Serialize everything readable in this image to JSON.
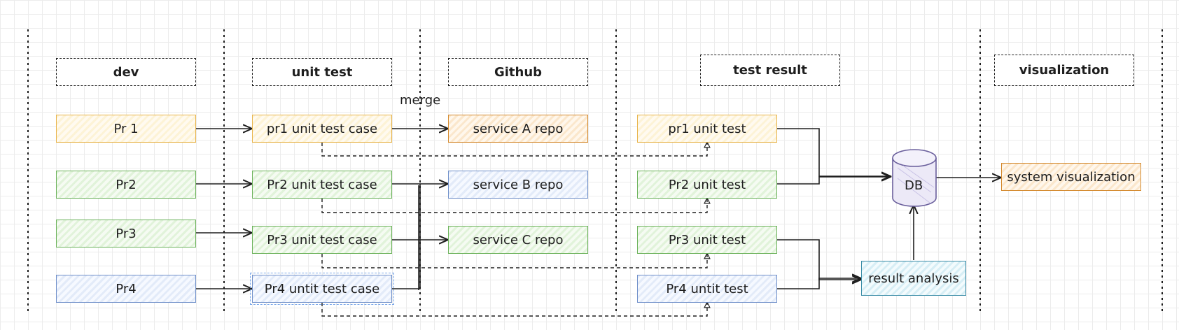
{
  "headers": {
    "dev": "dev",
    "unit_test": "unit test",
    "github": "Github",
    "test_result": "test result",
    "visualization": "visualization"
  },
  "dev": [
    "Pr 1",
    "Pr2",
    "Pr3",
    "Pr4"
  ],
  "unit_test": [
    "pr1 unit test case",
    "Pr2 unit test case",
    "Pr3 unit test case",
    "Pr4 untit test case"
  ],
  "github": [
    "service A repo",
    "service B repo",
    "service C repo"
  ],
  "merge_label": "merge",
  "test_result": [
    "pr1 unit test",
    "Pr2 unit test",
    "Pr3 unit test",
    "Pr4 untit test"
  ],
  "db": "DB",
  "result_analysis": "result analysis",
  "system_visualization": "system visualization",
  "colors": {
    "yellow": "#e8b44b",
    "green": "#6bb25a",
    "blue": "#6f8fc9",
    "orange": "#d48a2f",
    "teal": "#3d8ea8",
    "db": "#7a6fa8"
  }
}
